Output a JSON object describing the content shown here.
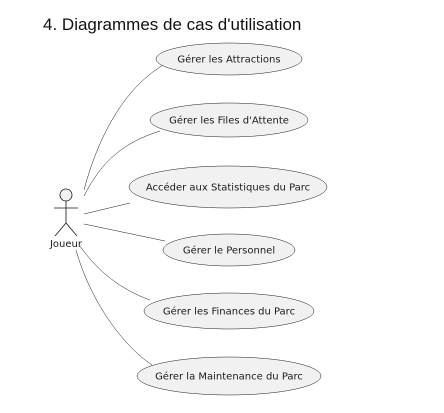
{
  "section": {
    "number": "4.",
    "title": "Diagrammes de cas d'utilisation"
  },
  "actor": {
    "name": "Joueur",
    "icon": "stick-figure-actor-icon"
  },
  "use_cases": [
    {
      "label": "Gérer les Attractions"
    },
    {
      "label": "Gérer les Files d'Attente"
    },
    {
      "label": "Accéder aux Statistiques du Parc"
    },
    {
      "label": "Gérer le Personnel"
    },
    {
      "label": "Gérer les Finances du Parc"
    },
    {
      "label": "Gérer la Maintenance du Parc"
    }
  ],
  "colors": {
    "ellipse_fill": "#f1f1f1",
    "stroke": "#181818",
    "text": "#1a1a1a"
  }
}
